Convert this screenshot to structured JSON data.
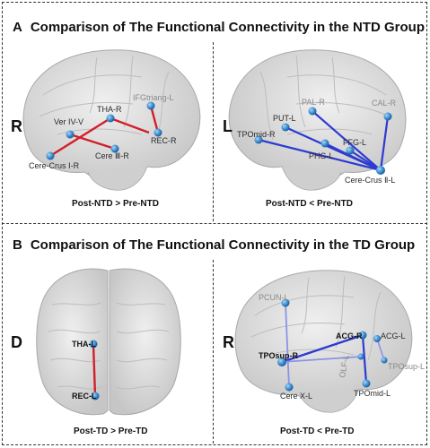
{
  "section_a": {
    "letter": "A",
    "title": "Comparison of The Functional Connectivity in the NTD Group",
    "left": {
      "orientation": "R",
      "caption": "Post-NTD > Pre-NTD",
      "nodes": {
        "thar": "THA-R",
        "vermis": "Ver IV-V",
        "cere3r": "Cere Ⅲ-R",
        "crusr": "Cere-Crus Ⅰ-R",
        "ifg": "IFGtriang-L",
        "rec": "REC-R"
      }
    },
    "right": {
      "orientation": "L",
      "caption": "Post-NTD  <  Pre-NTD",
      "nodes": {
        "palr": "PAL-R",
        "putl": "PUT-L",
        "tpomid": "TPOmid-R",
        "phgl": "PHG-L",
        "ffgl": "FFG-L",
        "calr": "CAL-R",
        "crus2l": "Cere-Crus Ⅱ-L"
      }
    }
  },
  "section_b": {
    "letter": "B",
    "title": "Comparison of The Functional Connectivity in the TD Group",
    "left": {
      "orientation": "D",
      "caption": "Post-TD > Pre-TD",
      "nodes": {
        "thal": "THA-L",
        "recl": "REC-L"
      }
    },
    "right": {
      "orientation": "R",
      "caption": "Post-TD < Pre-TD",
      "nodes": {
        "pcun": "PCUN-L",
        "acgr": "ACG-R",
        "acgl": "ACG-L",
        "tposupr": "TPOsup-R",
        "tposupl": "TPOsup-L",
        "olf": "OLF-L",
        "cerex": "Cere X-L",
        "tpomidl": "TPOmid-L"
      }
    }
  },
  "colors": {
    "increase_edge": "#d21f2a",
    "decrease_edge": "#2d3bd2",
    "decrease_edge_faint": "#8a93e6",
    "node": "#3f8fcf",
    "node_dark": "#1a5fa6",
    "brain": "#d7d7d7"
  }
}
